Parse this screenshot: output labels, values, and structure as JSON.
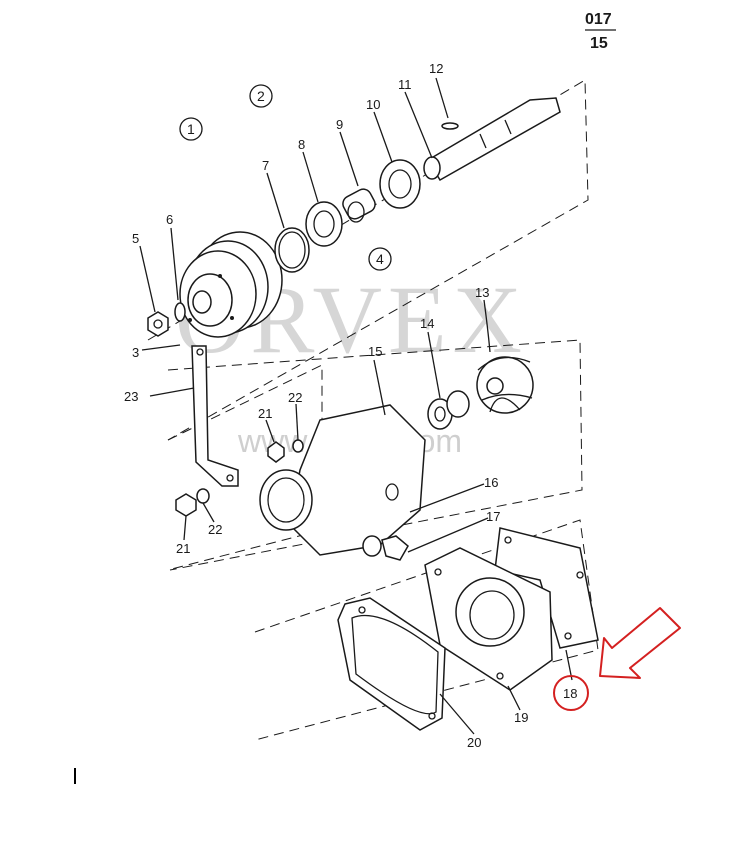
{
  "reference": {
    "top": "017",
    "bottom": "15"
  },
  "watermark": {
    "brand": "ORVEX",
    "url": "www.orvex.com"
  },
  "group_markers": [
    "1",
    "2",
    "4"
  ],
  "parts": {
    "p3": "3",
    "p5": "5",
    "p6": "6",
    "p7": "7",
    "p8": "8",
    "p9": "9",
    "p10": "10",
    "p11": "11",
    "p12": "12",
    "p13": "13",
    "p14": "14",
    "p15": "15",
    "p16": "16",
    "p17": "17",
    "p18": "18",
    "p19": "19",
    "p20": "20",
    "p21": "21",
    "p22": "22",
    "p23": "23"
  },
  "highlight": {
    "part": "18",
    "color": "#d42020"
  }
}
